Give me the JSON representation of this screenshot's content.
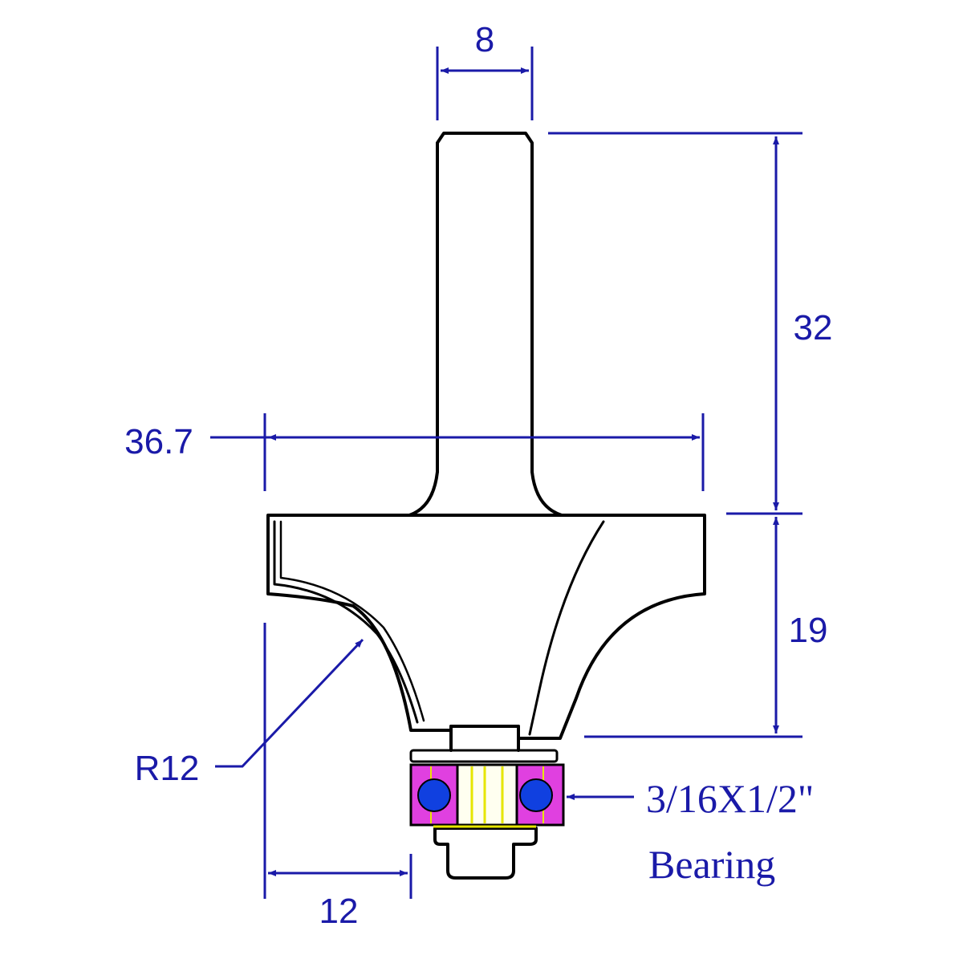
{
  "colors": {
    "dimension": "#1a1aa8",
    "outline": "#000000",
    "bearing_ring": "#e040e0",
    "bearing_ball": "#1040e0",
    "bearing_core": "#ffff40"
  },
  "dimensions": {
    "shank_diameter": "8",
    "shank_length": "32",
    "cutting_diameter": "36.7",
    "cutting_height": "19",
    "radius": "R12",
    "cut_width": "12"
  },
  "bearing": {
    "size": "3/16X1/2\"",
    "label": "Bearing"
  }
}
